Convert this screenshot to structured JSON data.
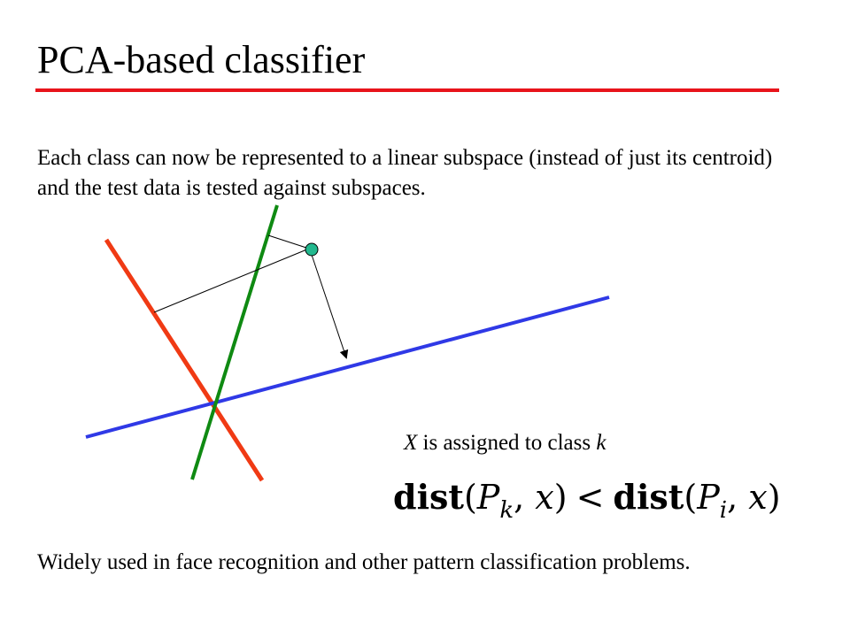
{
  "slide": {
    "title": "PCA-based classifier",
    "intro": "Each class can now be represented to a linear subspace (instead of just its centroid) and the test data is tested against subspaces.",
    "footer": "Widely used in face recognition and other pattern classification problems."
  },
  "assignment": {
    "var_x": "X",
    "middle": "is assigned to class",
    "var_k": "k"
  },
  "formula": {
    "dist": "dist",
    "p": "P",
    "k": "k",
    "i": "i",
    "x": "x",
    "less_than": "<"
  },
  "colors": {
    "title_rule": "#e8141b",
    "red_subspace": "#f03a14",
    "green_subspace": "#0f8a12",
    "blue_subspace": "#2f39e6",
    "test_point": "#22b88e"
  }
}
